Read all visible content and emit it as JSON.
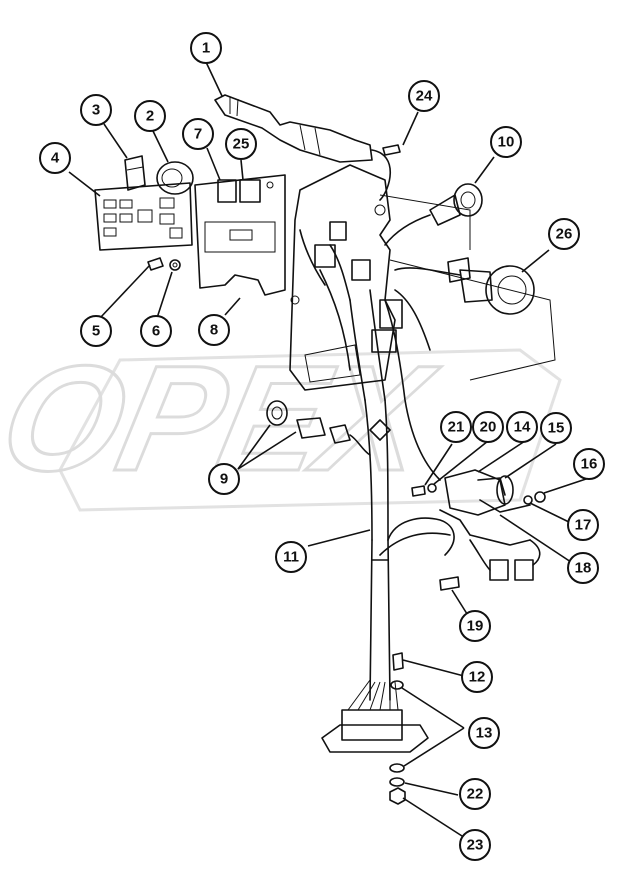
{
  "diagram": {
    "callouts": [
      {
        "id": "c1",
        "label": "1"
      },
      {
        "id": "c2",
        "label": "2"
      },
      {
        "id": "c3",
        "label": "3"
      },
      {
        "id": "c4",
        "label": "4"
      },
      {
        "id": "c5",
        "label": "5"
      },
      {
        "id": "c6",
        "label": "6"
      },
      {
        "id": "c7",
        "label": "7"
      },
      {
        "id": "c8",
        "label": "8"
      },
      {
        "id": "c9",
        "label": "9"
      },
      {
        "id": "c10",
        "label": "10"
      },
      {
        "id": "c11",
        "label": "11"
      },
      {
        "id": "c12",
        "label": "12"
      },
      {
        "id": "c13",
        "label": "13"
      },
      {
        "id": "c14",
        "label": "14"
      },
      {
        "id": "c15",
        "label": "15"
      },
      {
        "id": "c16",
        "label": "16"
      },
      {
        "id": "c17",
        "label": "17"
      },
      {
        "id": "c18",
        "label": "18"
      },
      {
        "id": "c19",
        "label": "19"
      },
      {
        "id": "c20",
        "label": "20"
      },
      {
        "id": "c21",
        "label": "21"
      },
      {
        "id": "c22",
        "label": "22"
      },
      {
        "id": "c23",
        "label": "23"
      },
      {
        "id": "c24",
        "label": "24"
      },
      {
        "id": "c25",
        "label": "25"
      },
      {
        "id": "c26",
        "label": "26"
      }
    ],
    "watermark": "OPEX",
    "colors": {
      "ink": "#111111",
      "watermark": "#dcdcdc",
      "background": "#ffffff"
    }
  }
}
